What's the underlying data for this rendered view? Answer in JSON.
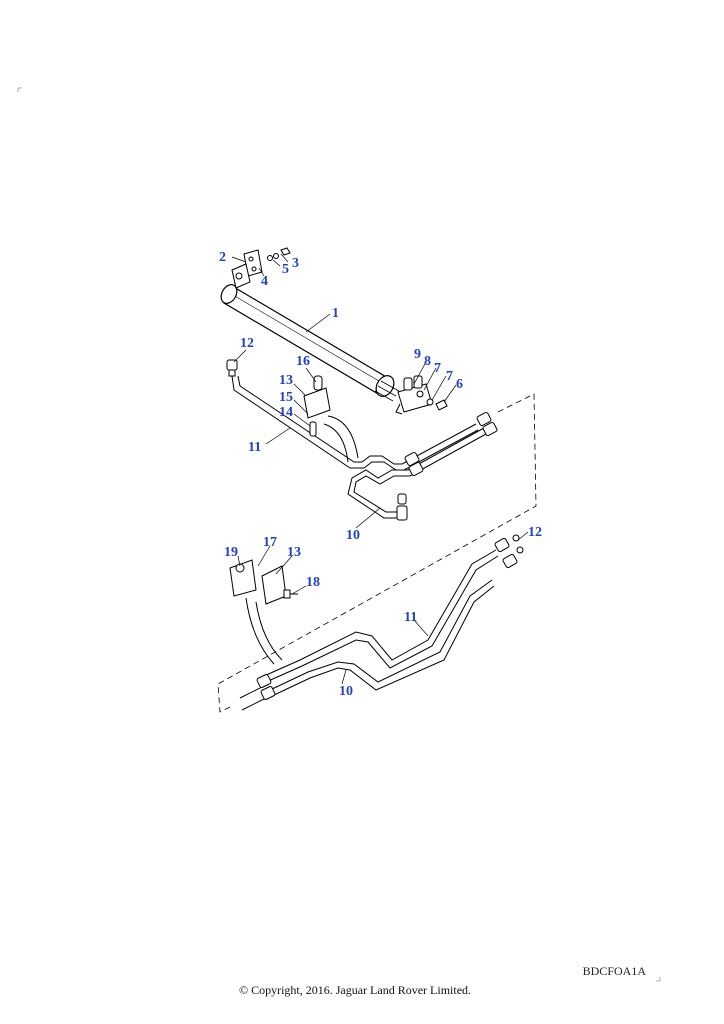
{
  "diagram": {
    "callout_color": "#1f3fcf",
    "line_color": "#000000",
    "callouts": {
      "c1": "1",
      "c2": "2",
      "c3": "3",
      "c4": "4",
      "c5": "5",
      "c6": "6",
      "c7": "7",
      "c8": "8",
      "c9": "9",
      "c10a": "10",
      "c10b": "10",
      "c11a": "11",
      "c11b": "11",
      "c12a": "12",
      "c12b": "12",
      "c13a": "13",
      "c13b": "13",
      "c14": "14",
      "c15": "15",
      "c16": "16",
      "c17": "17",
      "c18": "18",
      "c19": "19"
    }
  },
  "footer": {
    "drawing_code": "BDCFOA1A",
    "copyright": "© Copyright, 2016. Jaguar Land Rover Limited."
  }
}
